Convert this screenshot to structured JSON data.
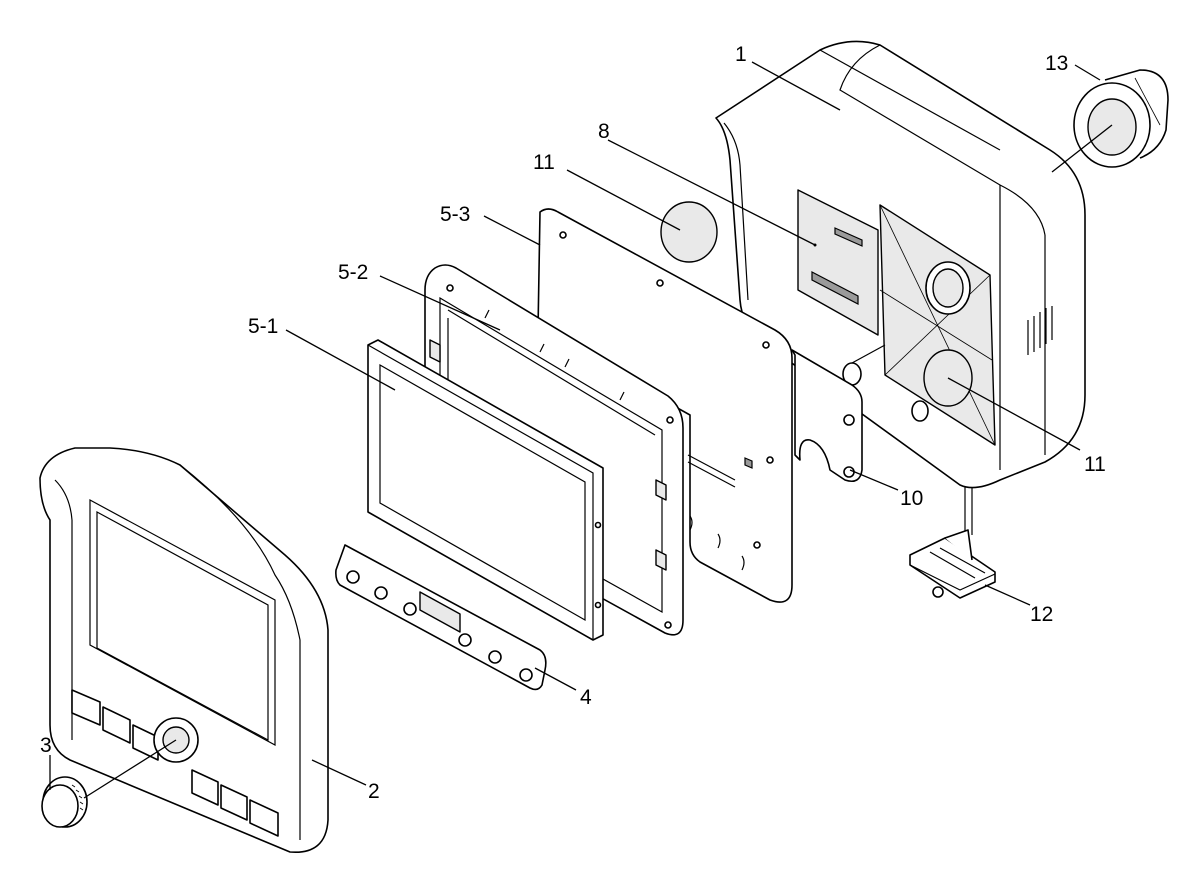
{
  "callouts": {
    "c1": "1",
    "c2": "2",
    "c3": "3",
    "c4": "4",
    "c5_1": "5-1",
    "c5_2": "5-2",
    "c5_3": "5-3",
    "c8": "8",
    "c10": "10",
    "c11a": "11",
    "c11b": "11",
    "c12": "12",
    "c13": "13"
  }
}
